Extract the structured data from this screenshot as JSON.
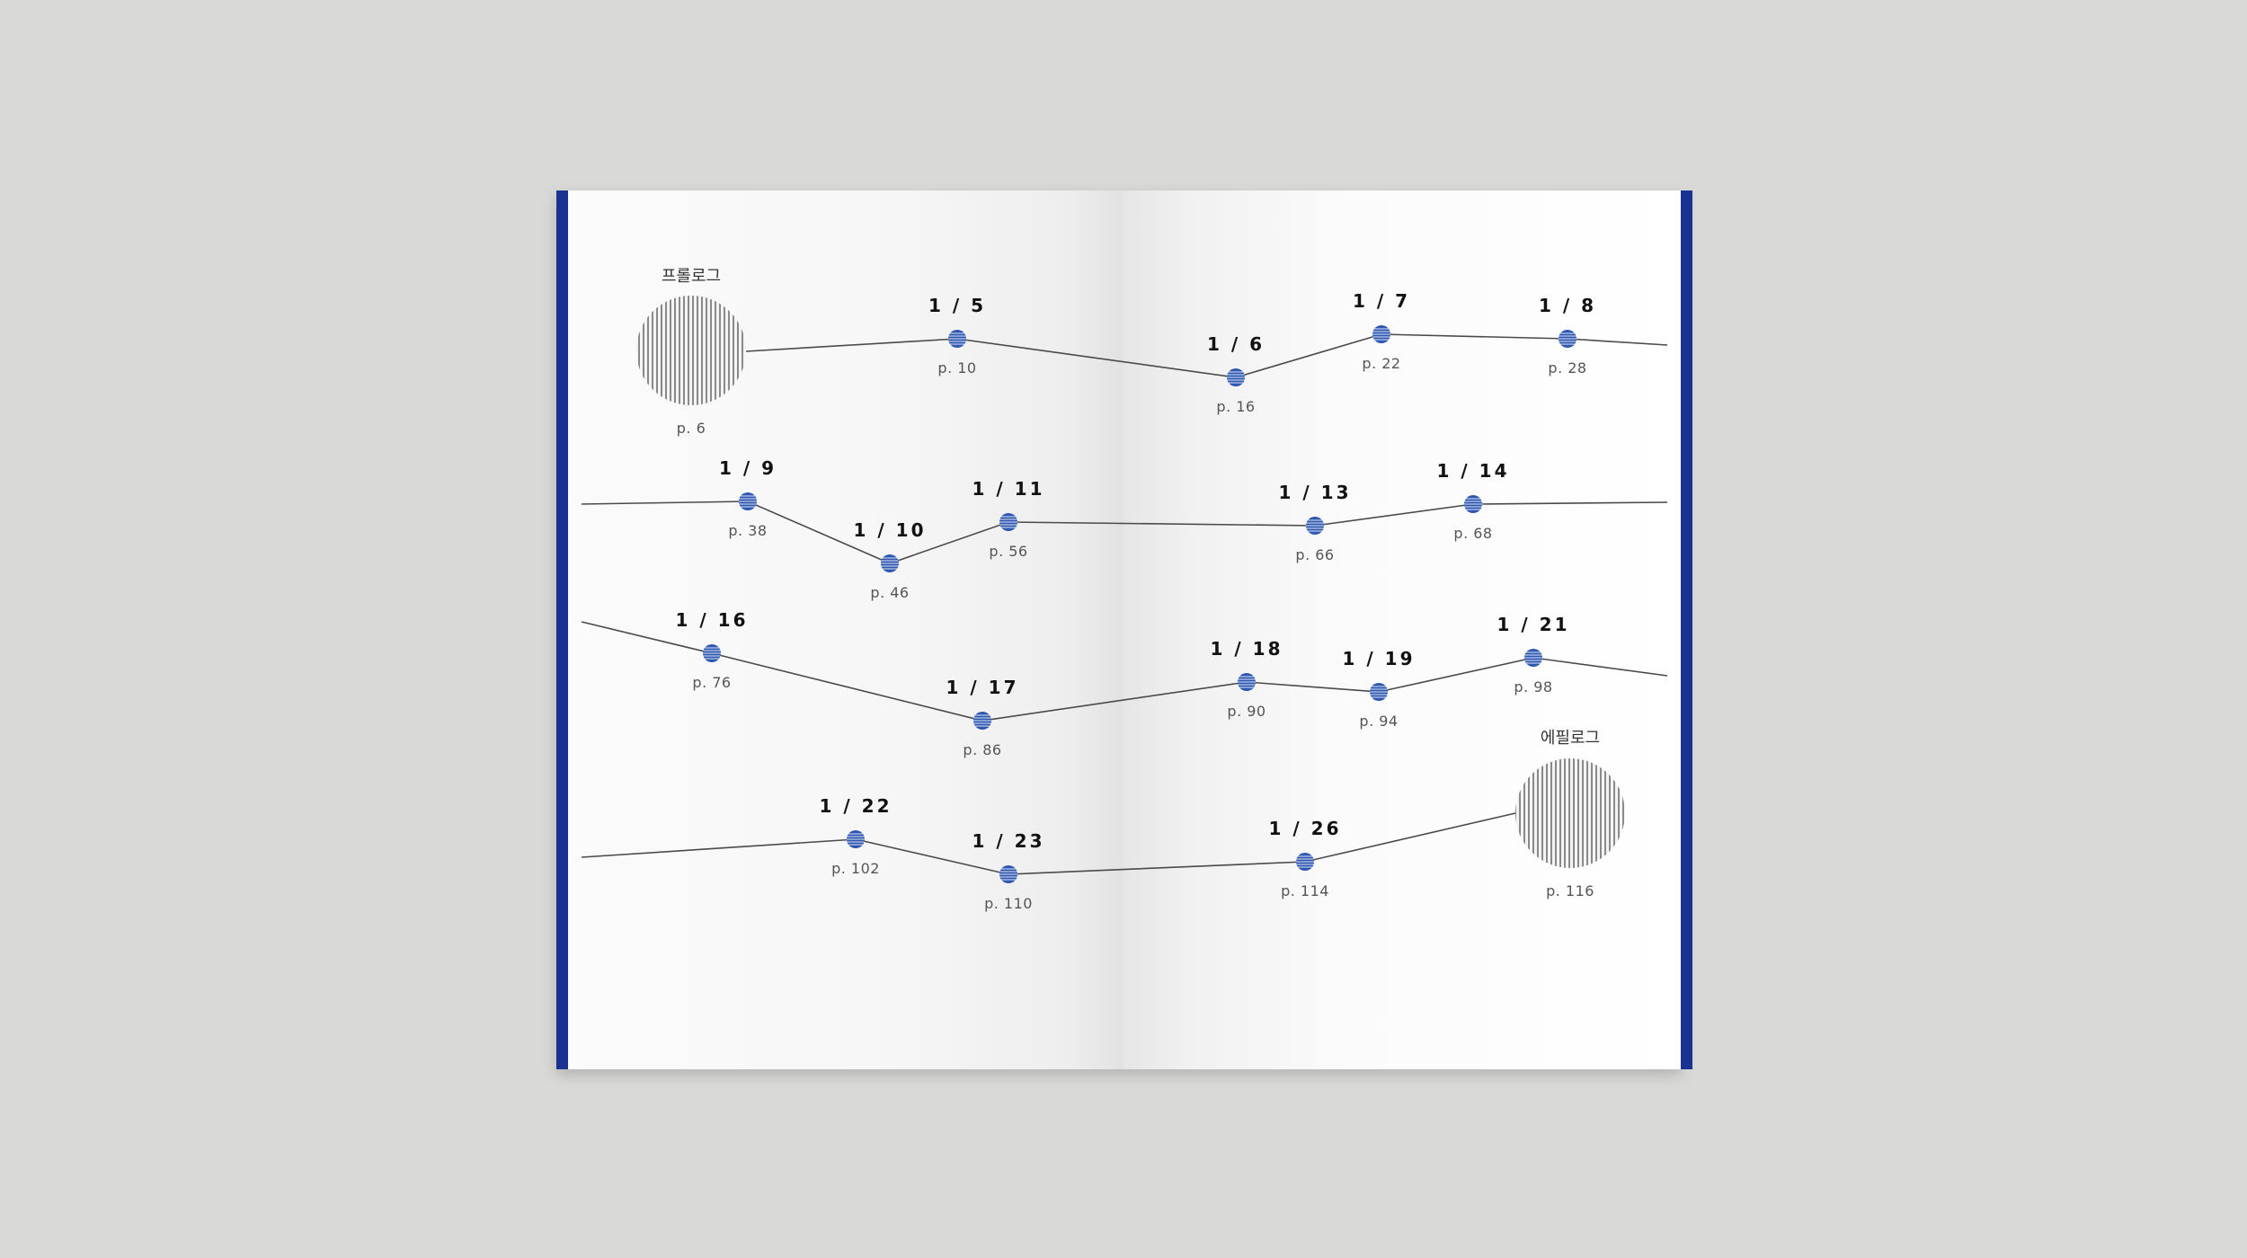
{
  "book": {
    "accent_color": "#1a3393",
    "marker_color": "#2d57b0",
    "line_color": "#4a4a4a",
    "page_color": "#ffffff",
    "background_color": "#d9d9d7"
  },
  "timeline": {
    "prologue": {
      "title": "프롤로그",
      "page": "p. 6"
    },
    "epilogue": {
      "title": "에필로그",
      "page": "p. 116"
    },
    "rows": [
      {
        "stops": [
          {
            "date": "1 / 5",
            "page": "p. 10",
            "label_pos": "above"
          },
          {
            "date": "1 / 6",
            "page": "p. 16",
            "label_pos": "above"
          },
          {
            "date": "1 / 7",
            "page": "p. 22",
            "label_pos": "above"
          },
          {
            "date": "1 / 8",
            "page": "p. 28",
            "label_pos": "above"
          }
        ]
      },
      {
        "stops": [
          {
            "date": "1 / 9",
            "page": "p. 38",
            "label_pos": "above"
          },
          {
            "date": "1 / 10",
            "page": "p. 46",
            "label_pos": "above"
          },
          {
            "date": "1 / 11",
            "page": "p. 56",
            "label_pos": "above"
          },
          {
            "date": "1 / 13",
            "page": "p. 66",
            "label_pos": "above"
          },
          {
            "date": "1 / 14",
            "page": "p. 68",
            "label_pos": "above"
          }
        ]
      },
      {
        "stops": [
          {
            "date": "1 / 16",
            "page": "p. 76",
            "label_pos": "above"
          },
          {
            "date": "1 / 17",
            "page": "p. 86",
            "label_pos": "above"
          },
          {
            "date": "1 / 18",
            "page": "p. 90",
            "label_pos": "above"
          },
          {
            "date": "1 / 19",
            "page": "p. 94",
            "label_pos": "above"
          },
          {
            "date": "1 / 21",
            "page": "p. 98",
            "label_pos": "above"
          }
        ]
      },
      {
        "stops": [
          {
            "date": "1 / 22",
            "page": "p. 102",
            "label_pos": "above"
          },
          {
            "date": "1 / 23",
            "page": "p. 110",
            "label_pos": "above"
          },
          {
            "date": "1 / 26",
            "page": "p. 114",
            "label_pos": "above"
          }
        ]
      }
    ]
  }
}
